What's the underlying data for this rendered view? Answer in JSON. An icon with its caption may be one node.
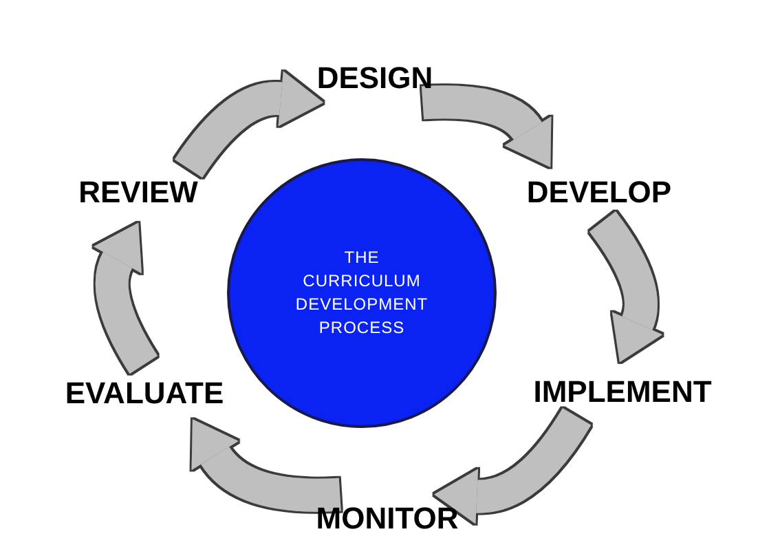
{
  "diagram": {
    "nodes": [
      {
        "text": [
          "DESIGN"
        ]
      },
      {
        "text": [
          "DEVELOP"
        ]
      },
      {
        "text": [
          "IMPLEMENT"
        ]
      },
      {
        "text": [
          "MONITOR"
        ]
      },
      {
        "text": [
          "EVALUATE"
        ]
      },
      {
        "text": [
          "REVIEW"
        ]
      },
      {
        "text": [
          "THE CURRICULUM DEVELOPMENT PROCESS"
        ]
      }
    ],
    "edges": [
      {
        "from": 5,
        "to": 0,
        "arrow": "to"
      },
      {
        "from": 0,
        "to": 1,
        "arrow": "to"
      },
      {
        "from": 1,
        "to": 2,
        "arrow": "to"
      },
      {
        "from": 2,
        "to": 3,
        "arrow": "to"
      },
      {
        "from": 3,
        "to": 4,
        "arrow": "to"
      },
      {
        "from": 4,
        "to": 5,
        "arrow": "to"
      }
    ]
  }
}
